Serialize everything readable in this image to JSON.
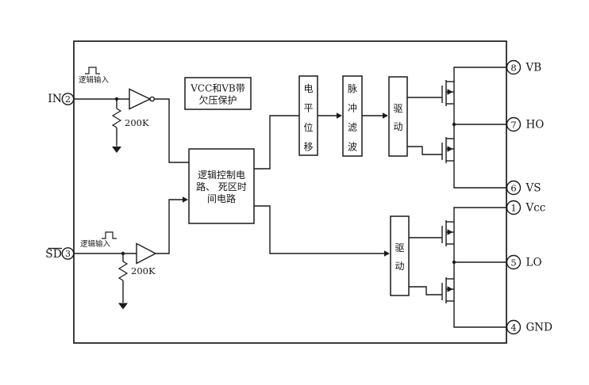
{
  "diagram": {
    "title": "gate-driver-ic-functional-block-diagram",
    "colors": {
      "line": "#1a1a1a",
      "background": "#ffffff",
      "text": "#161616"
    },
    "left_pins": [
      {
        "name": "IN",
        "number": "2",
        "pulse_label": "逻辑输入",
        "resistor_value": "200K"
      },
      {
        "name": "SD",
        "number": "3",
        "overline": true,
        "pulse_label": "逻辑输入",
        "resistor_value": "200K"
      }
    ],
    "right_pins": [
      {
        "number": "8",
        "label": "VB"
      },
      {
        "number": "7",
        "label": "HO"
      },
      {
        "number": "6",
        "label": "VS"
      },
      {
        "number": "1",
        "label": "Vcc"
      },
      {
        "number": "5",
        "label": "LO"
      },
      {
        "number": "4",
        "label": "GND"
      }
    ],
    "blocks": {
      "uv_protect": {
        "lines": [
          "VCC和VB带",
          "欠压保护"
        ]
      },
      "logic_control": {
        "lines": [
          "逻辑控制电",
          "路、 死区时",
          "间电路"
        ]
      },
      "level_shift": {
        "label": "电平位移"
      },
      "pulse_filter": {
        "label": "脉冲滤波"
      },
      "drive_high": {
        "label": "驱动"
      },
      "drive_low": {
        "label": "驱动"
      }
    }
  }
}
